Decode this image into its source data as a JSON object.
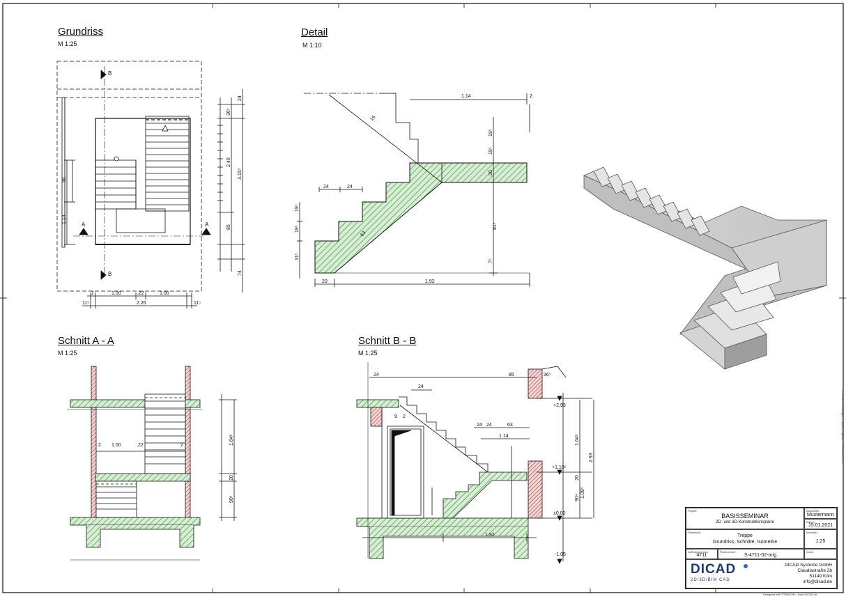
{
  "views": {
    "grundriss": {
      "title": "Grundriss",
      "scale": "M 1:25"
    },
    "detail": {
      "title": "Detail",
      "scale": "M 1:10"
    },
    "schnitt_aa": {
      "title": "Schnitt A - A",
      "scale": "M 1:25"
    },
    "schnitt_bb": {
      "title": "Schnitt B - B",
      "scale": "M 1:25"
    }
  },
  "section_marks": {
    "a": "A",
    "b": "B"
  },
  "dims": {
    "grundriss": {
      "d2": "2",
      "d100": "1.00",
      "d22": ",22",
      "d226": "2.26",
      "d11": "11⁵",
      "v24": "24",
      "v36": "36⁵",
      "v240": "2.40",
      "v315": "3.15⁵",
      "v85": "85",
      "v74": "74",
      "v96": "96",
      "v114": "1.14"
    },
    "detail": {
      "d114": "1.14",
      "d2": "2",
      "d16": "16",
      "d24a": "24",
      "d24b": "24",
      "d20": "20",
      "d192": "1.92",
      "v195a": "19⁵",
      "v195b": "19⁵",
      "v20": "20",
      "v81": "81⁶",
      "v76": "7⁶",
      "v195c": "19⁵",
      "v195d": "19⁵",
      "v315": "31⁵",
      "diag": "63"
    },
    "schnitt_aa": {
      "d2a": "2",
      "d100": "1.00",
      "d22": ",22",
      "d2b": "2",
      "v164": "1.64⁸",
      "v20": "20",
      "v90": "90⁴"
    },
    "schnitt_bb": {
      "d24a": "24",
      "d24b": "24",
      "d85": "85",
      "d36": "36⁵",
      "d24c": "24",
      "d24d": "24",
      "d63": "63",
      "d114": "1.14",
      "d192": "1.92",
      "d9": "9",
      "d2": "2",
      "lev293": "+2,93",
      "lev110": "+1,10⁵",
      "lev000": "±0,00",
      "lev105": "-1,05",
      "v164": "1.64⁸",
      "v108": "1.08⁵",
      "v293": "2.93",
      "v90": "90⁴",
      "v20": "20"
    }
  },
  "title_block": {
    "labels": {
      "projekt": "Projekt:",
      "bearbeiter": "Bearbeiter:",
      "datum": "Datum:",
      "planinhalt": "Planinhalt:",
      "massstab": "Maßstab:",
      "auftrag": "Auftragsnummer:",
      "plannummer": "Plannummer:",
      "index": "Index:"
    },
    "project_line1": "BASISSEMINAR",
    "project_line2": "2D- und 3D-Konstruktionspläne",
    "drafter": "Mustermann",
    "date": "15.01.2021",
    "content_line1": "Treppe",
    "content_line2": "Grundriss, Schnitte, Isometrie",
    "scale": "1:25",
    "order_no": "4711",
    "plan_no": "S-4711-02-orig.",
    "logo_text": "DICAD",
    "logo_sub": "2D/3D/BIM CAD",
    "company": [
      "DICAD Systeme GmbH",
      "Claudiastraße 2b",
      "51149 Köln",
      "info@dicad.de"
    ]
  },
  "side_text": "Z:\\DICAD\\Schulungen_Treppe (Original).1 29.01.2021 10:27",
  "footer_text": "Designed with STRAKON – www.DICAD.de",
  "colors": {
    "hatch": "#3a9a3a",
    "hatch_bg": "#d8ecd6",
    "brick": "#b03030",
    "line": "#111111"
  }
}
